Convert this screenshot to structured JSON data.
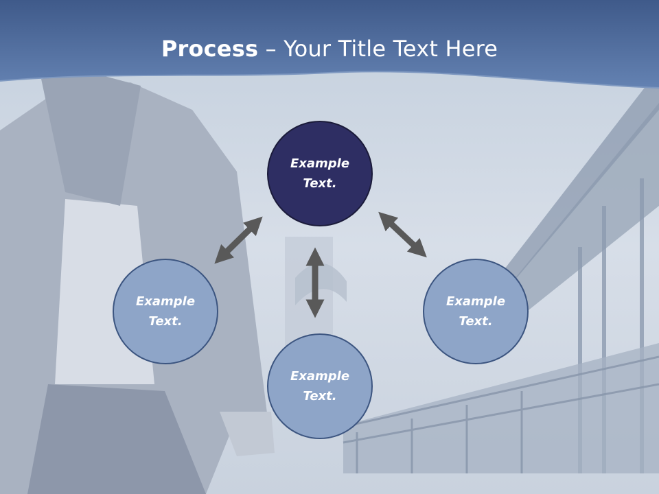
{
  "title": {
    "bold": "Process",
    "rest": " – Your Title Text Here"
  },
  "nodes": {
    "top": "Example\nText.",
    "left": "Example\nText.",
    "bottom": "Example\nText.",
    "right": "Example\nText."
  },
  "colors": {
    "header": "#5673a4",
    "top_node": "#2e2e63",
    "node": "#8ea5c8",
    "arrow": "#595959"
  }
}
